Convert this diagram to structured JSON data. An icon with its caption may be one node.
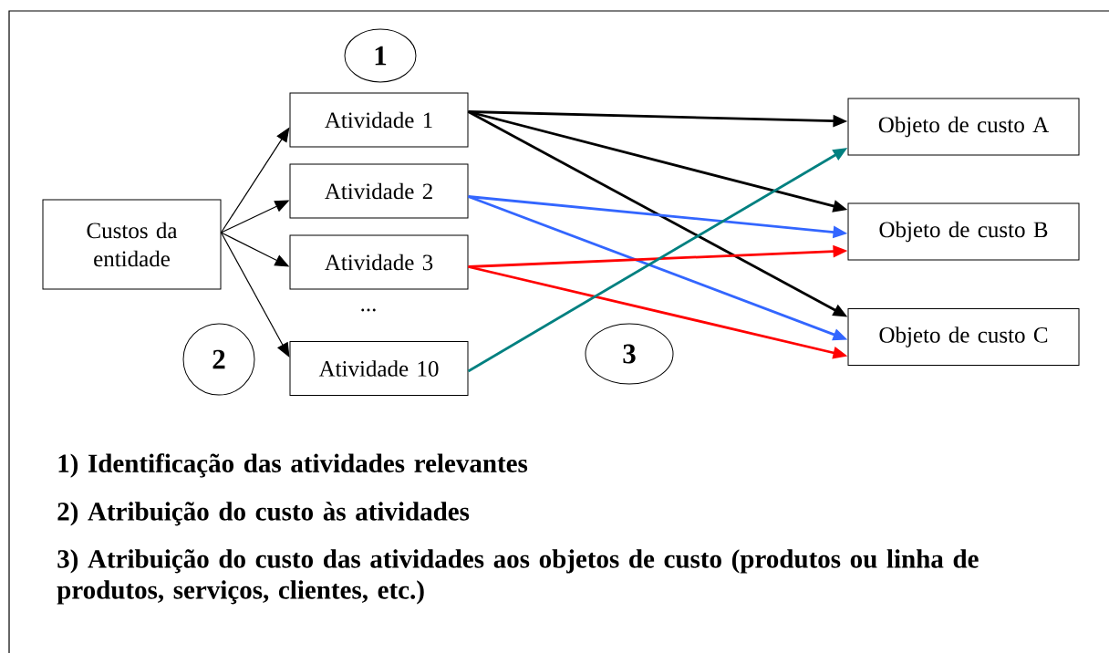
{
  "diagram": {
    "nodes": [
      {
        "text": [
          "1"
        ]
      },
      {
        "text": [
          "Atividade 1"
        ]
      },
      {
        "text": [
          "Objeto de custo A"
        ]
      },
      {
        "text": [
          "Custos da entidade"
        ]
      },
      {
        "text": [
          "Atividade 2"
        ]
      },
      {
        "text": [
          "Objeto de custo B"
        ]
      },
      {
        "text": [
          "Atividade 3"
        ]
      },
      {
        "text": [
          "Objeto de custo C"
        ]
      },
      {
        "text": [
          "2"
        ]
      },
      {
        "text": [
          "Atividade 10"
        ]
      },
      {
        "text": [
          "3"
        ]
      }
    ],
    "edges": [
      {
        "from": 3,
        "to": 1,
        "arrow": "to"
      },
      {
        "from": 3,
        "to": 4,
        "arrow": "to"
      },
      {
        "from": 3,
        "to": 6,
        "arrow": "to"
      },
      {
        "from": 3,
        "to": 9,
        "arrow": "to"
      },
      {
        "from": 1,
        "to": 2,
        "arrow": "to"
      },
      {
        "from": 1,
        "to": 5,
        "arrow": "to"
      },
      {
        "from": 1,
        "to": 7,
        "arrow": "to"
      },
      {
        "from": 4,
        "to": 5,
        "arrow": "to",
        "color": "#3366ff"
      },
      {
        "from": 4,
        "to": 7,
        "arrow": "to",
        "color": "#3366ff"
      },
      {
        "from": 6,
        "to": 5,
        "arrow": "to",
        "color": "#ff0000"
      },
      {
        "from": 6,
        "to": 7,
        "arrow": "to",
        "color": "#ff0000"
      },
      {
        "from": 9,
        "to": 2,
        "arrow": "to",
        "color": "#008080"
      }
    ],
    "labels": [
      "...",
      "1) Identificação das atividades relevantes",
      "2) Atribuição do custo às atividades",
      "3) Atribuição do custo das atividades aos objetos de custo (produtos ou linha de produtos, serviços, clientes, etc.)"
    ]
  }
}
